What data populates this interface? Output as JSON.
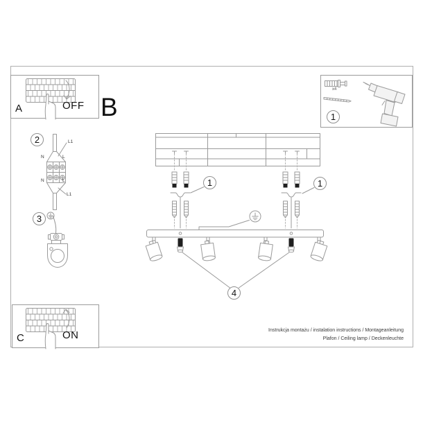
{
  "colors": {
    "line": "#9a9a9a",
    "frame": "#aeaeae",
    "text": "#1a1a1a"
  },
  "panel_a": {
    "label": "A",
    "state": "OFF"
  },
  "panel_c": {
    "label": "C",
    "state": "ON"
  },
  "section_b_label": "B",
  "parts_box": {
    "screw_count": "x4"
  },
  "badges": {
    "one": "1",
    "two": "2",
    "three": "3",
    "four": "4"
  },
  "wiring_labels": {
    "l1_top": "L1",
    "n_top": "N",
    "l_top": "L",
    "n_bottom": "N",
    "l_bottom": "L",
    "l1_bottom": "L1"
  },
  "footer": {
    "line1": "Instrukcja montażu / instalation instructions / Montageanleitung",
    "line2": "Plafon / Ceiling lamp / Deckenleuchte"
  }
}
